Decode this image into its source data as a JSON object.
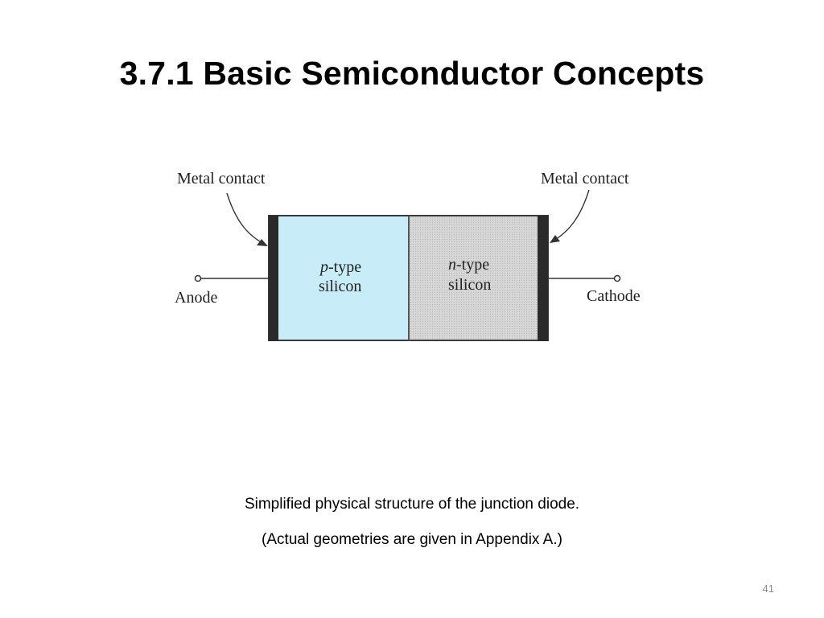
{
  "slide": {
    "title": "3.7.1 Basic Semiconductor Concepts",
    "page_number": "41"
  },
  "diagram": {
    "left_contact_label": "Metal contact",
    "right_contact_label": "Metal contact",
    "anode_label": "Anode",
    "cathode_label": "Cathode",
    "p_region": {
      "type_letter": "p",
      "type_suffix": "-type",
      "material": "silicon",
      "fill_color": "#c8ecf8"
    },
    "n_region": {
      "type_letter": "n",
      "type_suffix": "-type",
      "material": "silicon",
      "fill_color": "#d6d6d6"
    },
    "contact_color": "#2a2a2a"
  },
  "captions": {
    "line1": "Simplified physical structure of the junction diode.",
    "line2": "(Actual geometries are given  in Appendix A.)"
  }
}
